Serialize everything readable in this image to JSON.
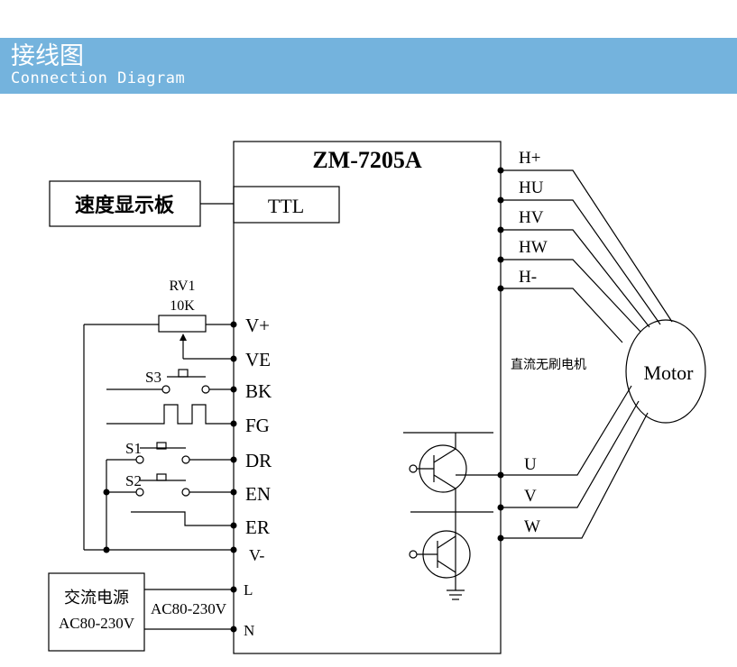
{
  "header": {
    "title_cn": "接线图",
    "title_en": "Connection Diagram"
  },
  "controller": {
    "model": "ZM-7205A",
    "ttl_label": "TTL",
    "speed_display": "速度显示板",
    "motor_type": "直流无刷电机",
    "motor_label": "Motor"
  },
  "potentiometer": {
    "name": "RV1",
    "value": "10K"
  },
  "switches": {
    "s1": "S1",
    "s2": "S2",
    "s3": "S3"
  },
  "left_pins": [
    "V+",
    "VE",
    "BK",
    "FG",
    "DR",
    "EN",
    "ER",
    "V-",
    "L",
    "N"
  ],
  "right_pins": {
    "hall": [
      "H+",
      "HU",
      "HV",
      "HW",
      "H-"
    ],
    "phase": [
      "U",
      "V",
      "W"
    ]
  },
  "power": {
    "label_cn": "交流电源",
    "range_box": "AC80-230V",
    "range_line": "AC80-230V"
  },
  "colors": {
    "banner": "#74b3dd",
    "line": "#000000"
  }
}
